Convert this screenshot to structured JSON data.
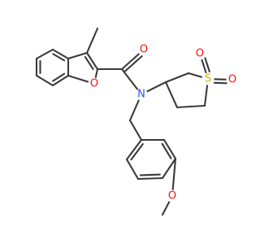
{
  "molecule": {
    "atoms": {
      "o_carbonyl": "O",
      "n_amide": "N",
      "o_furan": "O",
      "s_sulfone": "S",
      "o_sulfone_1": "O",
      "o_sulfone_2": "O",
      "o_methoxy": "O"
    },
    "colors": {
      "oxygen": "#ff0d0d",
      "nitrogen": "#3050f8",
      "sulfur": "#c8b400",
      "bond": "#3a3a3a"
    }
  }
}
